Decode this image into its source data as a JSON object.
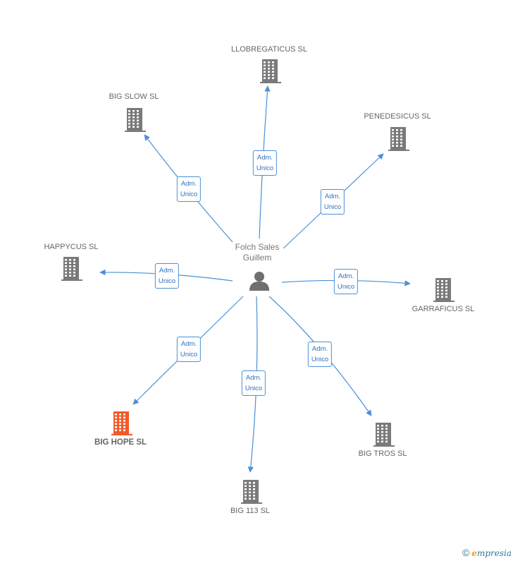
{
  "center": {
    "name_line1": "Folch Sales",
    "name_line2": "Guillem",
    "icon": "person-icon"
  },
  "edge_label": {
    "line1": "Adm.",
    "line2": "Unico"
  },
  "companies": [
    {
      "id": "llobregaticus",
      "name": "LLOBREGATICUS SL",
      "highlight": false
    },
    {
      "id": "big-slow",
      "name": "BIG SLOW  SL",
      "highlight": false
    },
    {
      "id": "penedesicus",
      "name": "PENEDESICUS SL",
      "highlight": false
    },
    {
      "id": "happycus",
      "name": "HAPPYCUS  SL",
      "highlight": false
    },
    {
      "id": "garraficus",
      "name": "GARRAFICUS SL",
      "highlight": false
    },
    {
      "id": "big-hope",
      "name": "BIG HOPE  SL",
      "highlight": true
    },
    {
      "id": "big-tros",
      "name": "BIG TROS  SL",
      "highlight": false
    },
    {
      "id": "big-113",
      "name": "BIG 113  SL",
      "highlight": false
    }
  ],
  "colors": {
    "edge": "#4a90d9",
    "company_icon": "#7a7a7a",
    "company_icon_highlight": "#f15a29",
    "person_icon": "#6f6f6f"
  },
  "footer": {
    "copyright": "©",
    "brand_initial": "e",
    "brand_rest": "mpresia"
  }
}
